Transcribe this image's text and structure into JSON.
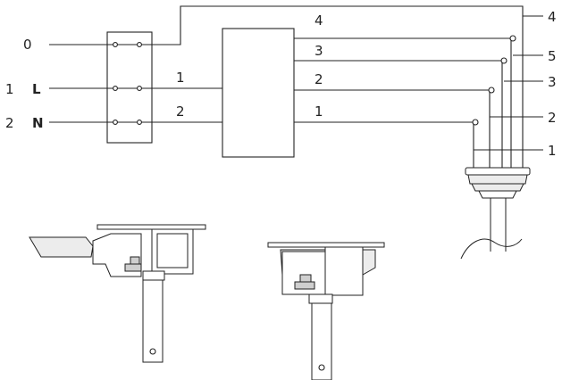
{
  "terminal_block": {
    "labels": [
      {
        "num": "",
        "letter": "0"
      },
      {
        "num": "1",
        "letter": "L"
      },
      {
        "num": "2",
        "letter": "N"
      }
    ]
  },
  "inputs": {
    "labels": [
      "1",
      "2"
    ]
  },
  "driver_outputs": {
    "labels": [
      "4",
      "3",
      "2",
      "1"
    ]
  },
  "cable_cores": {
    "labels": [
      "4",
      "5",
      "3",
      "2",
      "1"
    ]
  }
}
